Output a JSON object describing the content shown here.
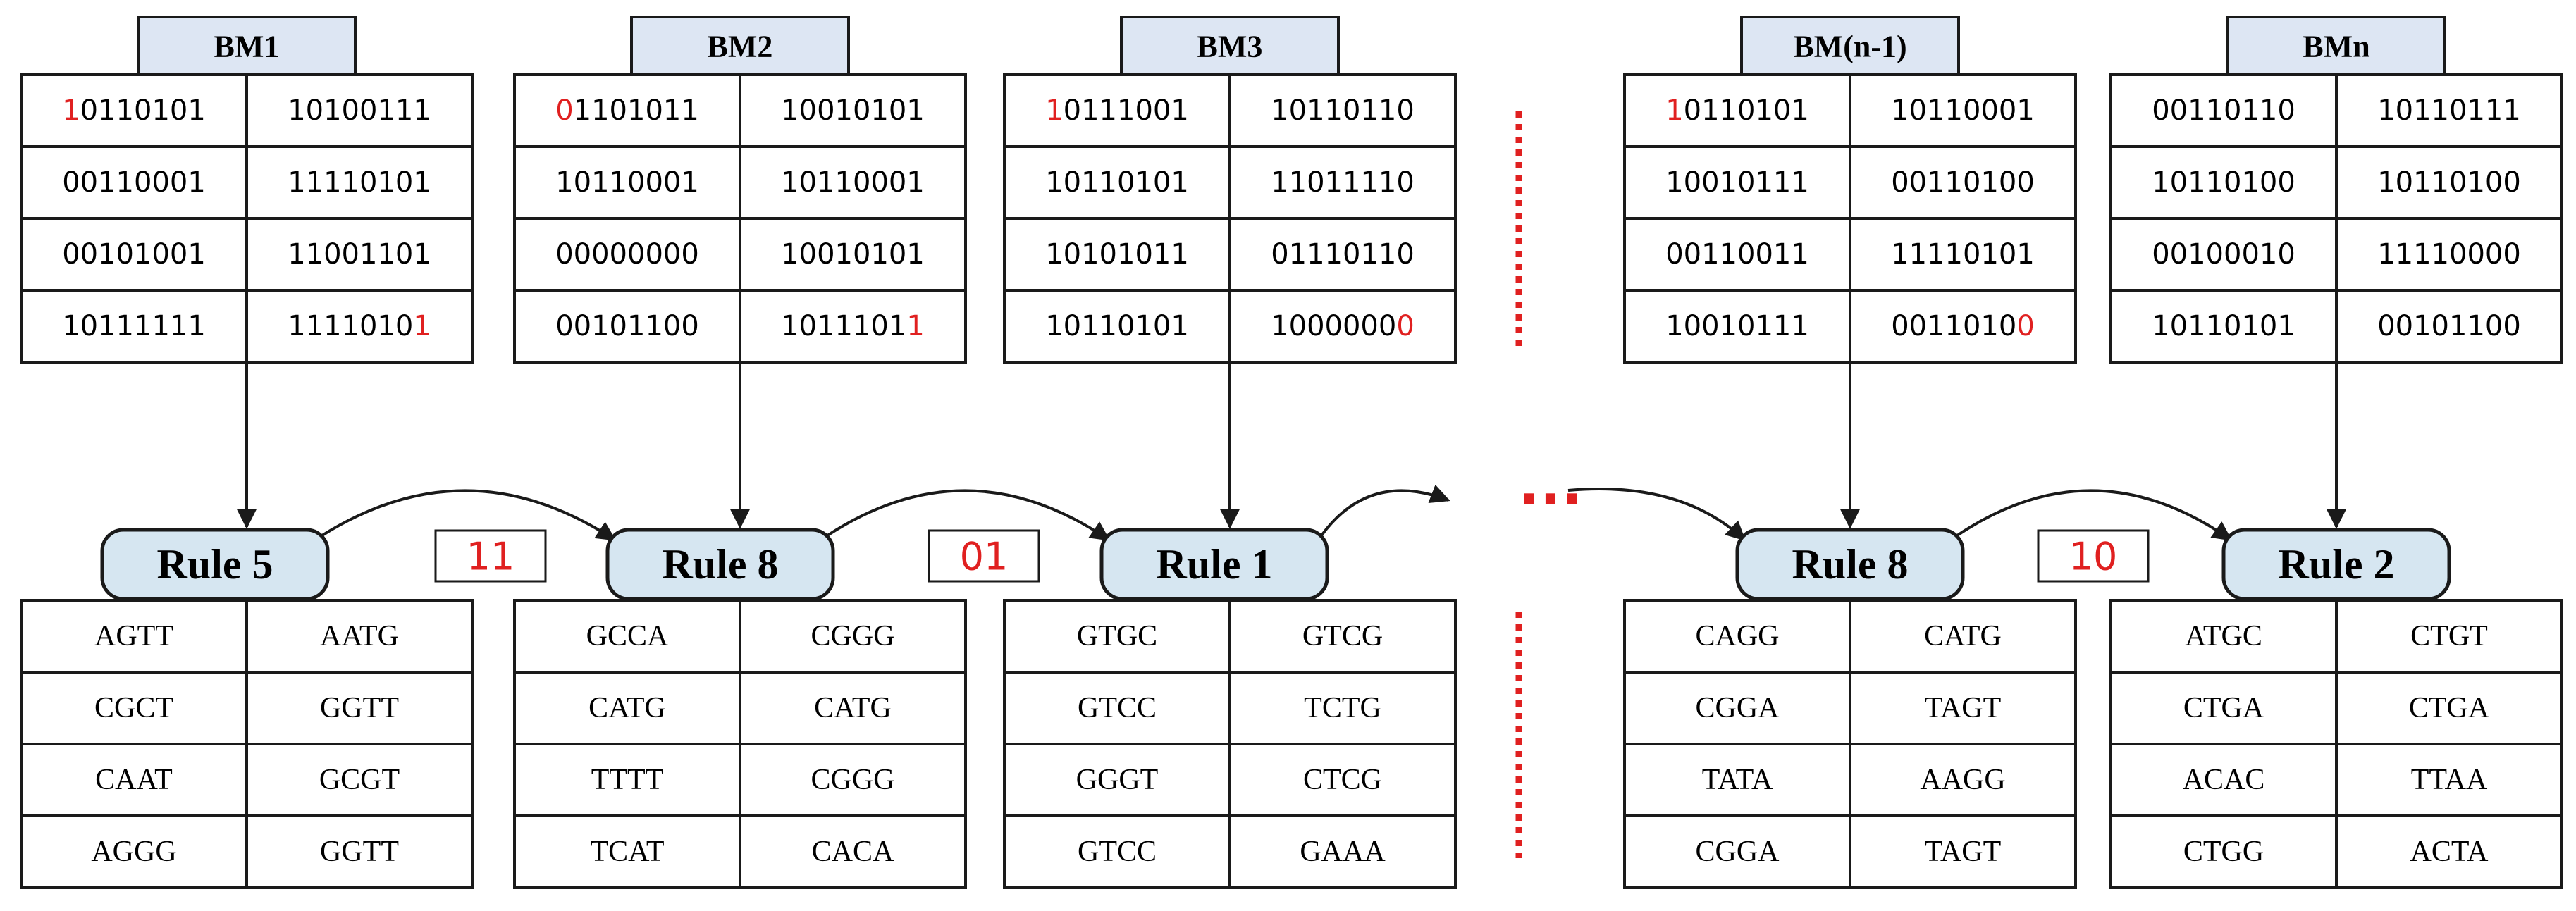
{
  "columns": [
    {
      "header": "BM1",
      "binary": [
        [
          "10110101",
          "10100111"
        ],
        [
          "00110001",
          "11110101"
        ],
        [
          "00101001",
          "11001101"
        ],
        [
          "10111111",
          "11110101"
        ]
      ],
      "red_first": true,
      "red_last": true,
      "rule": "Rule 5",
      "dna": [
        [
          "AGTT",
          "AATG"
        ],
        [
          "CGCT",
          "GGTT"
        ],
        [
          "CAAT",
          "GCGT"
        ],
        [
          "AGGG",
          "GGTT"
        ]
      ]
    },
    {
      "header": "BM2",
      "binary": [
        [
          "01101011",
          "10010101"
        ],
        [
          "10110001",
          "10110001"
        ],
        [
          "00000000",
          "10010101"
        ],
        [
          "00101100",
          "10111011"
        ]
      ],
      "red_first": true,
      "red_last": true,
      "rule": "Rule 8",
      "dna": [
        [
          "GCCA",
          "CGGG"
        ],
        [
          "CATG",
          "CATG"
        ],
        [
          "TTTT",
          "CGGG"
        ],
        [
          "TCAT",
          "CACA"
        ]
      ]
    },
    {
      "header": "BM3",
      "binary": [
        [
          "10111001",
          "10110110"
        ],
        [
          "10110101",
          "11011110"
        ],
        [
          "10101011",
          "01110110"
        ],
        [
          "10110101",
          "10000000"
        ]
      ],
      "red_first": true,
      "red_last": true,
      "rule": "Rule 1",
      "dna": [
        [
          "GTGC",
          "GTCG"
        ],
        [
          "GTCC",
          "TCTG"
        ],
        [
          "GGGT",
          "CTCG"
        ],
        [
          "GTCC",
          "GAAA"
        ]
      ]
    },
    {
      "header": "BM(n-1)",
      "binary": [
        [
          "10110101",
          "10110001"
        ],
        [
          "10010111",
          "00110100"
        ],
        [
          "00110011",
          "11110101"
        ],
        [
          "10010111",
          "00110100"
        ]
      ],
      "red_first": true,
      "red_last": true,
      "rule": "Rule 8",
      "dna": [
        [
          "CAGG",
          "CATG"
        ],
        [
          "CGGA",
          "TAGT"
        ],
        [
          "TATA",
          "AAGG"
        ],
        [
          "CGGA",
          "TAGT"
        ]
      ]
    },
    {
      "header": "BMn",
      "binary": [
        [
          "00110110",
          "10110111"
        ],
        [
          "10110100",
          "10110100"
        ],
        [
          "00100010",
          "11110000"
        ],
        [
          "10110101",
          "00101100"
        ]
      ],
      "red_first": false,
      "red_last": false,
      "rule": "Rule 2",
      "dna": [
        [
          "ATGC",
          "CTGT"
        ],
        [
          "CTGA",
          "CTGA"
        ],
        [
          "ACAC",
          "TTAA"
        ],
        [
          "CTGG",
          "ACTA"
        ]
      ]
    }
  ],
  "keys": [
    "11",
    "01",
    "10"
  ],
  "ellipsis": "...",
  "colors": {
    "accent_red": "#e02020",
    "header_fill": "#dde6f3",
    "rule_fill": "#d6e6f1"
  }
}
